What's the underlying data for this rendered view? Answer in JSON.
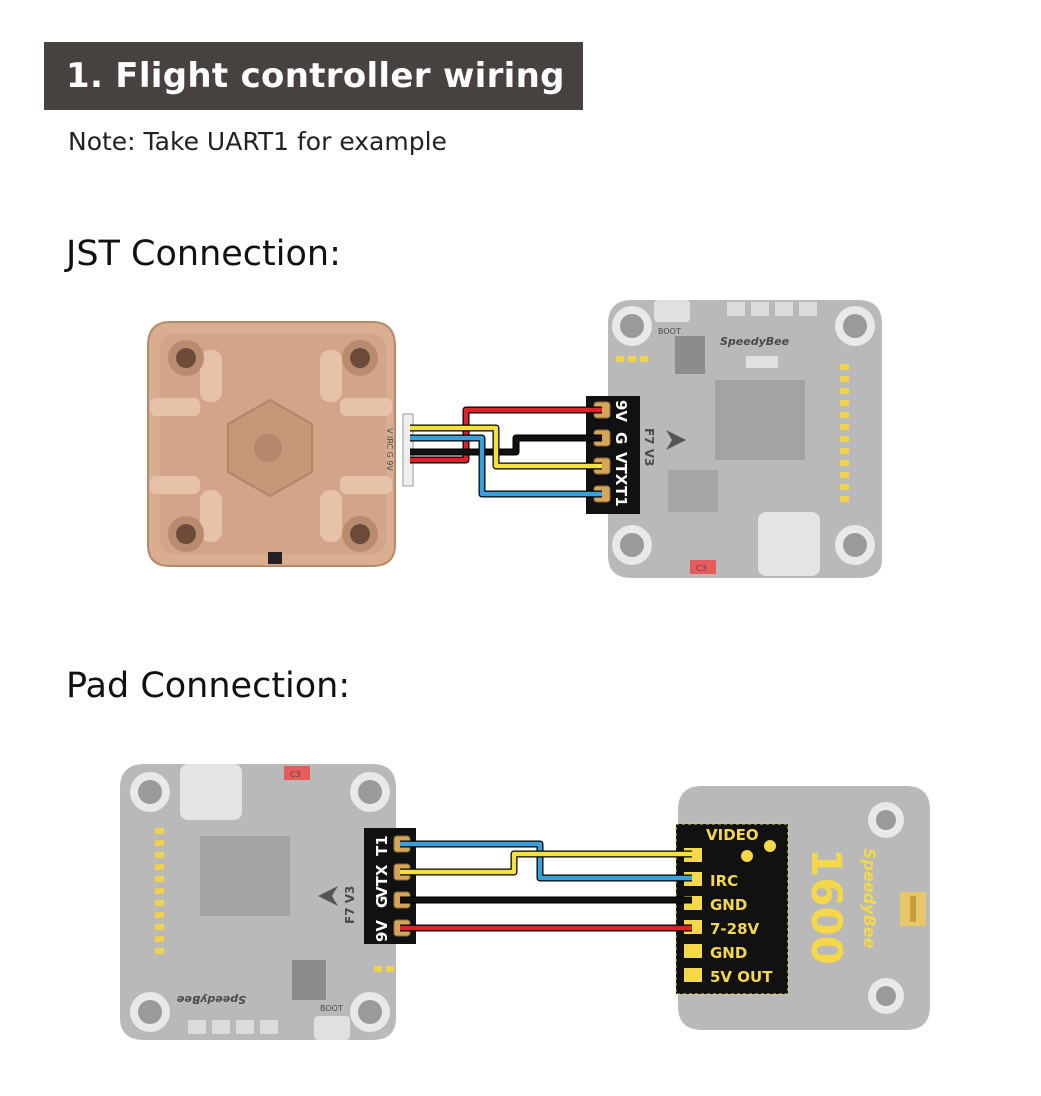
{
  "header": {
    "title": "1. Flight controller wiring"
  },
  "note": "Note: Take UART1 for example",
  "jst": {
    "heading": "JST Connection:",
    "fc_pads": [
      "9V",
      "G",
      "VTX",
      "T1"
    ],
    "fc_board": "F7 V3",
    "brand": "SpeedyBee",
    "vtx_plug_labels": "V IRC G 9V",
    "boot": "BOOT",
    "c3": "C3"
  },
  "pad": {
    "heading": "Pad Connection:",
    "fc_pads": [
      "T1",
      "VTX",
      "G",
      "9V"
    ],
    "fc_board": "F7 V3",
    "brand": "SpeedyBee",
    "boot": "BOOT",
    "c3": "C3",
    "vtx_pads": [
      "VIDEO",
      "IRC",
      "GND",
      "7-28V",
      "GND",
      "5V OUT"
    ],
    "vtx_model": "1600",
    "vtx_brand": "SpeedyBee"
  },
  "colors": {
    "title_bg": "#474140",
    "wire_red": "#e0202a",
    "wire_yellow": "#f3e23c",
    "wire_black": "#111111",
    "wire_blue": "#3aa0dc",
    "pcb": "#b9b9b9",
    "vtx_case": "#d6a98b"
  }
}
